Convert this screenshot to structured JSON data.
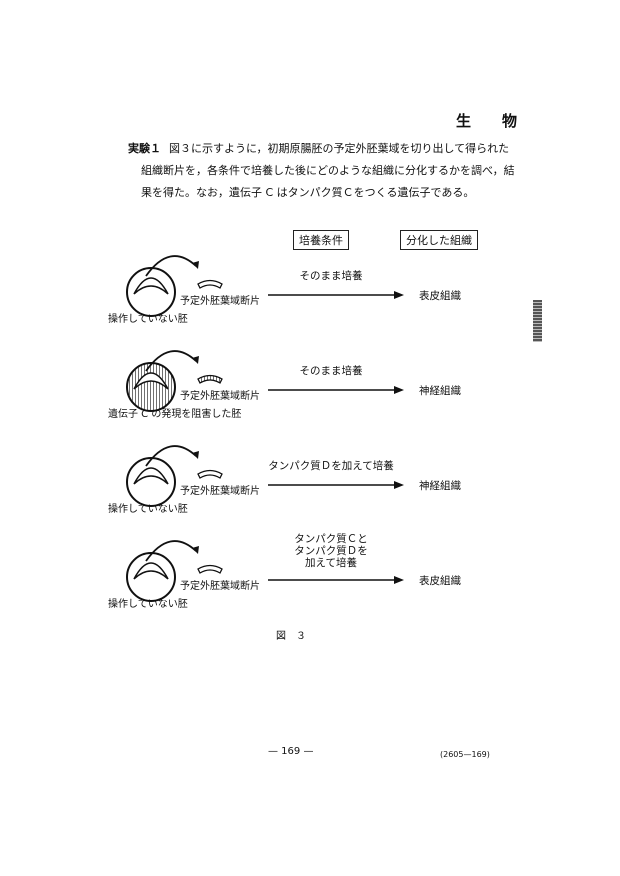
{
  "header": {
    "subject": "生　物"
  },
  "intro": {
    "label": "実験１",
    "line1": "図３に示すように，初期原腸胚の予定外胚葉域を切り出して得られた",
    "line2": "組織断片を，各条件で培養した後にどのような組織に分化するかを調べ，結",
    "line3": "果を得た。なお，遺伝子 C はタンパク質Ｃをつくる遺伝子である。"
  },
  "figure": {
    "col_condition": "培養条件",
    "col_result": "分化した組織",
    "fragment_label": "予定外胚葉域断片",
    "rows": [
      {
        "embryo": "操作していない胚",
        "condition": "そのまま培養",
        "result": "表皮組織",
        "shaded": false
      },
      {
        "embryo": "遺伝子 C の発現を阻害した胚",
        "condition": "そのまま培養",
        "result": "神経組織",
        "shaded": true
      },
      {
        "embryo": "操作していない胚",
        "condition": "タンパク質Ｄを加えて培養",
        "result": "神経組織",
        "shaded": false
      },
      {
        "embryo": "操作していない胚",
        "condition_lines": [
          "タンパク質Ｃと",
          "タンパク質Ｄを",
          "加えて培養"
        ],
        "result": "表皮組織",
        "shaded": false
      }
    ],
    "caption": "図　３"
  },
  "footer": {
    "page": "— 169 —",
    "code": "(2605—169)"
  }
}
